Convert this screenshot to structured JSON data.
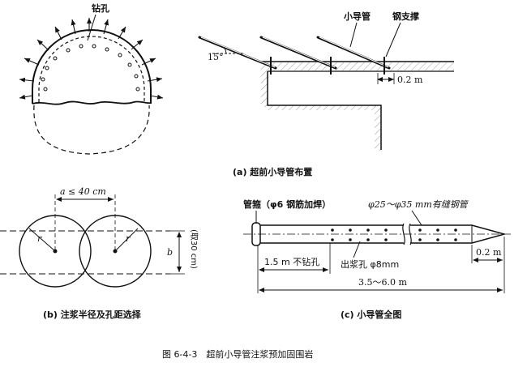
{
  "figure": {
    "caption": "图 6-4-3　超前小导管注浆预加固围岩"
  },
  "panel_a": {
    "drill_hole_label": "钻孔",
    "small_pipe_label": "小导管",
    "steel_support_label": "钢支撑",
    "angle_label": "15°",
    "spacing_label": "0.2 m",
    "caption": "(a) 超前小导管布置"
  },
  "panel_b": {
    "spacing_label": "a ≤ 40 cm",
    "radius_label_left": "r",
    "radius_label_right": "r",
    "b_label": "b",
    "b_note": "(取30 cm)",
    "caption": "(b) 注浆半径及孔距选择"
  },
  "panel_c": {
    "hoop_label": "管箍（φ6 钢筋加焊）",
    "pipe_spec_label": "φ25～φ35 mm有缝钢管",
    "no_hole_label": "1.5 m 不钻孔",
    "grout_hole_label": "出浆孔 φ8mm",
    "tip_label": "0.2 m",
    "length_label": "3.5～6.0 m",
    "caption": "(c) 小导管全图"
  }
}
